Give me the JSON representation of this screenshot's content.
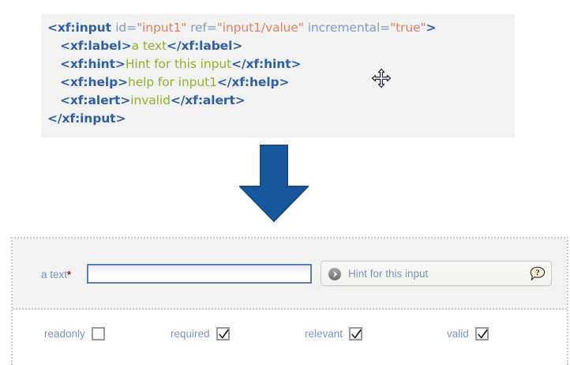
{
  "code_snippet": {
    "lines": [
      {
        "indent": 0,
        "tokens": [
          {
            "t": "tag",
            "s": "<xf:input "
          },
          {
            "t": "attr",
            "s": "id="
          },
          {
            "t": "val",
            "s": "\"input1\""
          },
          {
            "t": "attr",
            "s": " ref="
          },
          {
            "t": "val",
            "s": "\"input1/value\""
          },
          {
            "t": "attr",
            "s": " incremental="
          },
          {
            "t": "val",
            "s": "\"true\""
          },
          {
            "t": "tag",
            "s": ">"
          }
        ]
      },
      {
        "indent": 1,
        "tokens": [
          {
            "t": "tag",
            "s": "<xf:label>"
          },
          {
            "t": "text",
            "s": "a text"
          },
          {
            "t": "tag",
            "s": "</xf:label>"
          }
        ]
      },
      {
        "indent": 1,
        "tokens": [
          {
            "t": "tag",
            "s": "<xf:hint>"
          },
          {
            "t": "text",
            "s": "Hint for this input"
          },
          {
            "t": "tag",
            "s": "</xf:hint>"
          }
        ]
      },
      {
        "indent": 1,
        "tokens": [
          {
            "t": "tag",
            "s": "<xf:help>"
          },
          {
            "t": "text",
            "s": "help for input1"
          },
          {
            "t": "tag",
            "s": "</xf:help>"
          }
        ]
      },
      {
        "indent": 1,
        "tokens": [
          {
            "t": "tag",
            "s": "<xf:alert>"
          },
          {
            "t": "text",
            "s": "invalid"
          },
          {
            "t": "tag",
            "s": "</xf:alert>"
          }
        ]
      },
      {
        "indent": 0,
        "tokens": [
          {
            "t": "tag",
            "s": "</xf:input>"
          }
        ]
      }
    ],
    "colors": {
      "tag": "#2e5fa3",
      "attribute": "#7f9ec4",
      "value": "#e08060",
      "text": "#8fb429",
      "background": "#f2f2f2"
    }
  },
  "flow_arrow": {
    "direction": "down",
    "fill": "#17589e",
    "stroke": "#1b4a80"
  },
  "cursor": {
    "icon": "move-cursor-icon"
  },
  "form": {
    "input_row": {
      "label": "a text",
      "required_marker": "*",
      "input_value": "",
      "input_placeholder": "",
      "hint": {
        "text": "Hint for this input",
        "left_icon": "hint-arrow-icon",
        "right_icon": "help-bubble-icon"
      }
    },
    "properties": [
      {
        "label": "readonly",
        "checked": false
      },
      {
        "label": "required",
        "checked": true
      },
      {
        "label": "relevant",
        "checked": true
      },
      {
        "label": "valid",
        "checked": true
      }
    ]
  }
}
